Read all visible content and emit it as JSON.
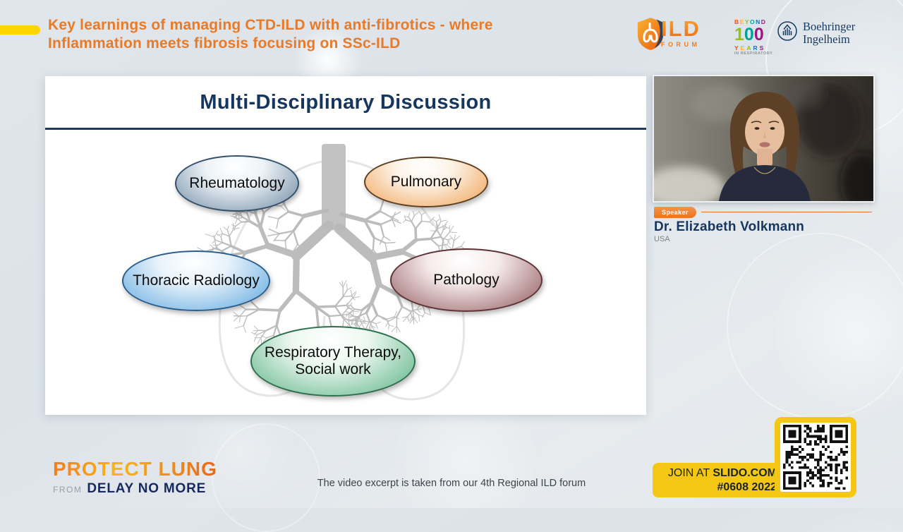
{
  "header": {
    "title": "Key learnings of managing CTD-ILD with anti-fibrotics - where\nInflammation meets fibrosis focusing on SSc-ILD",
    "logos": {
      "ild_forum": {
        "name": "ILD",
        "sub": "FORUM"
      },
      "beyond": {
        "word": "BEYOND",
        "word_colors": [
          "#e94e1b",
          "#f9b233",
          "#95c11f",
          "#00a19a",
          "#1d71b8",
          "#951b81"
        ],
        "num": "100",
        "num_colors": [
          "#95c11f",
          "#00a19a",
          "#951b81"
        ],
        "years": "YEARS",
        "years_colors": [
          "#e94e1b",
          "#f9b233",
          "#95c11f",
          "#1d71b8",
          "#951b81"
        ],
        "tagline": "IN RESPIRATORY"
      },
      "boehringer": {
        "name": "Boehringer\nIngelheim"
      }
    }
  },
  "slide": {
    "title": "Multi-Disciplinary Discussion",
    "ellipses": [
      {
        "label": "Rheumatology",
        "light": "#eef3f7",
        "edge": "#6d89a2",
        "border": "#33506b"
      },
      {
        "label": "Pulmonary",
        "light": "#fdf3e7",
        "edge": "#efa154",
        "border": "#5c3f20"
      },
      {
        "label": "Thoracic Radiology",
        "light": "#e9f3fb",
        "edge": "#5ba6de",
        "border": "#2b5d8c"
      },
      {
        "label": "Pathology",
        "light": "#f6ebec",
        "edge": "#8e565b",
        "border": "#5e3336"
      },
      {
        "label": "Respiratory Therapy,\nSocial work",
        "light": "#edf8f1",
        "edge": "#57b183",
        "border": "#2e6e4e"
      }
    ]
  },
  "speaker_panel": {
    "badge": "Speaker",
    "name": "Dr. Elizabeth Volkmann",
    "country": "USA"
  },
  "footer": {
    "protect_line1": "PROTECT LUNG",
    "protect_from": "FROM",
    "protect_line2": "DELAY NO MORE",
    "caption": "The video excerpt is taken from our 4th Regional ILD forum",
    "slido_join": "JOIN AT ",
    "slido_site": "SLIDO.COM",
    "slido_code": "#0608 2022"
  },
  "colors": {
    "title_orange": "#e87a28",
    "navy": "#17365d",
    "dash_yellow": "#ffd400",
    "slido_yellow": "#f3c713",
    "speaker_accent": "#e9731f"
  }
}
